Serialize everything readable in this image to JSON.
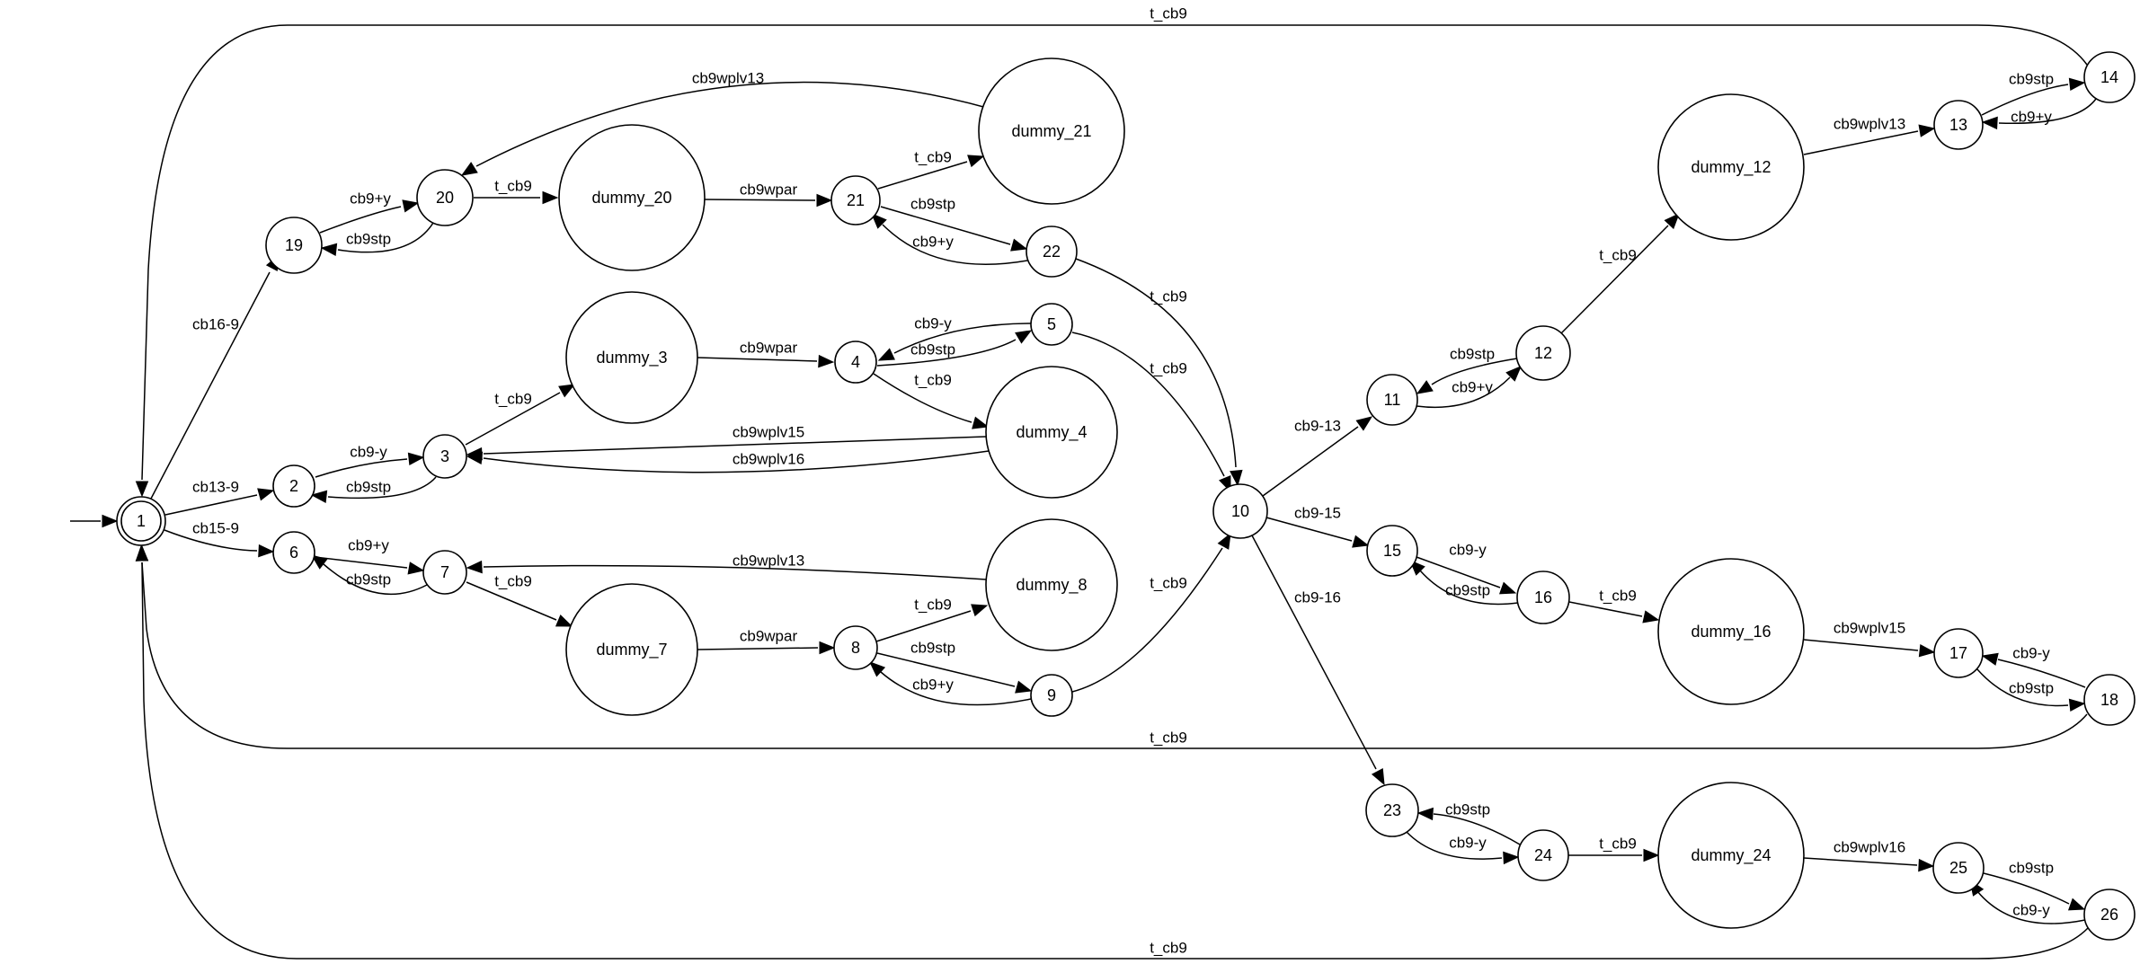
{
  "diagram": {
    "kind": "finite-state-automaton",
    "initial_state": "1",
    "accepting_states": [
      "1"
    ],
    "nodes": [
      {
        "id": "1",
        "label": "1"
      },
      {
        "id": "2",
        "label": "2"
      },
      {
        "id": "3",
        "label": "3"
      },
      {
        "id": "4",
        "label": "4"
      },
      {
        "id": "5",
        "label": "5"
      },
      {
        "id": "6",
        "label": "6"
      },
      {
        "id": "7",
        "label": "7"
      },
      {
        "id": "8",
        "label": "8"
      },
      {
        "id": "9",
        "label": "9"
      },
      {
        "id": "10",
        "label": "10"
      },
      {
        "id": "11",
        "label": "11"
      },
      {
        "id": "12",
        "label": "12"
      },
      {
        "id": "13",
        "label": "13"
      },
      {
        "id": "14",
        "label": "14"
      },
      {
        "id": "15",
        "label": "15"
      },
      {
        "id": "16",
        "label": "16"
      },
      {
        "id": "17",
        "label": "17"
      },
      {
        "id": "18",
        "label": "18"
      },
      {
        "id": "19",
        "label": "19"
      },
      {
        "id": "20",
        "label": "20"
      },
      {
        "id": "21",
        "label": "21"
      },
      {
        "id": "22",
        "label": "22"
      },
      {
        "id": "23",
        "label": "23"
      },
      {
        "id": "24",
        "label": "24"
      },
      {
        "id": "25",
        "label": "25"
      },
      {
        "id": "26",
        "label": "26"
      },
      {
        "id": "dummy_3",
        "label": "dummy_3"
      },
      {
        "id": "dummy_4",
        "label": "dummy_4"
      },
      {
        "id": "dummy_7",
        "label": "dummy_7"
      },
      {
        "id": "dummy_8",
        "label": "dummy_8"
      },
      {
        "id": "dummy_12",
        "label": "dummy_12"
      },
      {
        "id": "dummy_16",
        "label": "dummy_16"
      },
      {
        "id": "dummy_20",
        "label": "dummy_20"
      },
      {
        "id": "dummy_21",
        "label": "dummy_21"
      },
      {
        "id": "dummy_24",
        "label": "dummy_24"
      }
    ],
    "edges": [
      {
        "id": "e-1-19",
        "from": "1",
        "to": "19",
        "label": "cb16-9"
      },
      {
        "id": "e-1-2",
        "from": "1",
        "to": "2",
        "label": "cb13-9"
      },
      {
        "id": "e-1-6",
        "from": "1",
        "to": "6",
        "label": "cb15-9"
      },
      {
        "id": "e-19-20",
        "from": "19",
        "to": "20",
        "label": "cb9+y"
      },
      {
        "id": "e-20-19",
        "from": "20",
        "to": "19",
        "label": "cb9stp"
      },
      {
        "id": "e-20-dummy_20",
        "from": "20",
        "to": "dummy_20",
        "label": "t_cb9"
      },
      {
        "id": "e-dummy_20-21",
        "from": "dummy_20",
        "to": "21",
        "label": "cb9wpar"
      },
      {
        "id": "e-21-dummy_21",
        "from": "21",
        "to": "dummy_21",
        "label": "t_cb9"
      },
      {
        "id": "e-dummy_21-20",
        "from": "dummy_21",
        "to": "20",
        "label": "cb9wplv13"
      },
      {
        "id": "e-21-22",
        "from": "21",
        "to": "22",
        "label": "cb9stp"
      },
      {
        "id": "e-22-21",
        "from": "22",
        "to": "21",
        "label": "cb9+y"
      },
      {
        "id": "e-22-10",
        "from": "22",
        "to": "10",
        "label": "t_cb9"
      },
      {
        "id": "e-2-3",
        "from": "2",
        "to": "3",
        "label": "cb9-y"
      },
      {
        "id": "e-3-2",
        "from": "3",
        "to": "2",
        "label": "cb9stp"
      },
      {
        "id": "e-3-dummy_3",
        "from": "3",
        "to": "dummy_3",
        "label": "t_cb9"
      },
      {
        "id": "e-dummy_3-4",
        "from": "dummy_3",
        "to": "4",
        "label": "cb9wpar"
      },
      {
        "id": "e-5-4",
        "from": "5",
        "to": "4",
        "label": "cb9-y"
      },
      {
        "id": "e-4-5",
        "from": "4",
        "to": "5",
        "label": "cb9stp"
      },
      {
        "id": "e-4-dummy_4",
        "from": "4",
        "to": "dummy_4",
        "label": "t_cb9"
      },
      {
        "id": "e-dummy_4-3a",
        "from": "dummy_4",
        "to": "3",
        "label": "cb9wplv15"
      },
      {
        "id": "e-dummy_4-3b",
        "from": "dummy_4",
        "to": "3",
        "label": "cb9wplv16"
      },
      {
        "id": "e-5-10",
        "from": "5",
        "to": "10",
        "label": "t_cb9"
      },
      {
        "id": "e-6-7",
        "from": "6",
        "to": "7",
        "label": "cb9+y"
      },
      {
        "id": "e-7-6",
        "from": "7",
        "to": "6",
        "label": "cb9stp"
      },
      {
        "id": "e-7-dummy_7",
        "from": "7",
        "to": "dummy_7",
        "label": "t_cb9"
      },
      {
        "id": "e-dummy_8-7",
        "from": "dummy_8",
        "to": "7",
        "label": "cb9wplv13"
      },
      {
        "id": "e-dummy_7-8",
        "from": "dummy_7",
        "to": "8",
        "label": "cb9wpar"
      },
      {
        "id": "e-8-dummy_8",
        "from": "8",
        "to": "dummy_8",
        "label": "t_cb9"
      },
      {
        "id": "e-8-9",
        "from": "8",
        "to": "9",
        "label": "cb9stp"
      },
      {
        "id": "e-9-8",
        "from": "9",
        "to": "8",
        "label": "cb9+y"
      },
      {
        "id": "e-9-10",
        "from": "9",
        "to": "10",
        "label": "t_cb9"
      },
      {
        "id": "e-10-11",
        "from": "10",
        "to": "11",
        "label": "cb9-13"
      },
      {
        "id": "e-10-15",
        "from": "10",
        "to": "15",
        "label": "cb9-15"
      },
      {
        "id": "e-10-23",
        "from": "10",
        "to": "23",
        "label": "cb9-16"
      },
      {
        "id": "e-12-11",
        "from": "12",
        "to": "11",
        "label": "cb9stp"
      },
      {
        "id": "e-11-12",
        "from": "11",
        "to": "12",
        "label": "cb9+y"
      },
      {
        "id": "e-12-dummy_12",
        "from": "12",
        "to": "dummy_12",
        "label": "t_cb9"
      },
      {
        "id": "e-dummy_12-13",
        "from": "dummy_12",
        "to": "13",
        "label": "cb9wplv13"
      },
      {
        "id": "e-13-14",
        "from": "13",
        "to": "14",
        "label": "cb9stp"
      },
      {
        "id": "e-14-13",
        "from": "14",
        "to": "13",
        "label": "cb9+y"
      },
      {
        "id": "e-14-1",
        "from": "14",
        "to": "1",
        "label": "t_cb9"
      },
      {
        "id": "e-15-16",
        "from": "15",
        "to": "16",
        "label": "cb9-y"
      },
      {
        "id": "e-16-15",
        "from": "16",
        "to": "15",
        "label": "cb9stp"
      },
      {
        "id": "e-16-dummy_16",
        "from": "16",
        "to": "dummy_16",
        "label": "t_cb9"
      },
      {
        "id": "e-dummy_16-17",
        "from": "dummy_16",
        "to": "17",
        "label": "cb9wplv15"
      },
      {
        "id": "e-18-17",
        "from": "18",
        "to": "17",
        "label": "cb9-y"
      },
      {
        "id": "e-17-18",
        "from": "17",
        "to": "18",
        "label": "cb9stp"
      },
      {
        "id": "e-18-1",
        "from": "18",
        "to": "1",
        "label": "t_cb9"
      },
      {
        "id": "e-24-23",
        "from": "24",
        "to": "23",
        "label": "cb9stp"
      },
      {
        "id": "e-23-24",
        "from": "23",
        "to": "24",
        "label": "cb9-y"
      },
      {
        "id": "e-24-dummy_24",
        "from": "24",
        "to": "dummy_24",
        "label": "t_cb9"
      },
      {
        "id": "e-dummy_24-25",
        "from": "dummy_24",
        "to": "25",
        "label": "cb9wplv16"
      },
      {
        "id": "e-25-26",
        "from": "25",
        "to": "26",
        "label": "cb9stp"
      },
      {
        "id": "e-26-25",
        "from": "26",
        "to": "25",
        "label": "cb9-y"
      },
      {
        "id": "e-26-1",
        "from": "26",
        "to": "1",
        "label": "t_cb9"
      }
    ]
  }
}
